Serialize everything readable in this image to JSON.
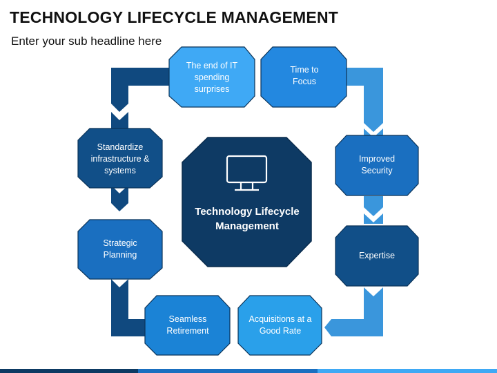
{
  "header": {
    "title": "TECHNOLOGY LIFECYCLE MANAGEMENT",
    "subtitle": "Enter your sub headline here"
  },
  "center": {
    "icon": "monitor-icon",
    "label": "Technology Lifecycle Management"
  },
  "nodes": [
    {
      "id": "end-of-it-spending",
      "label": "The end of IT spending surprises",
      "color": "#3fa9f5"
    },
    {
      "id": "time-to-focus",
      "label": "Time to Focus",
      "color": "#2388e0"
    },
    {
      "id": "improved-security",
      "label": "Improved Security",
      "color": "#1a6fc0"
    },
    {
      "id": "expertise",
      "label": "Expertise",
      "color": "#114f88"
    },
    {
      "id": "acquisitions",
      "label": "Acquisitions at a Good Rate",
      "color": "#2aa0ea"
    },
    {
      "id": "seamless-retirement",
      "label": "Seamless Retirement",
      "color": "#1b83d6"
    },
    {
      "id": "strategic-planning",
      "label": "Strategic Planning",
      "color": "#1a6fc0"
    },
    {
      "id": "standardize",
      "label": "Standardize infrastructure & systems",
      "color": "#114f88"
    }
  ],
  "colors": {
    "dark_navy": "#0d3a63",
    "center_fill": "#0e3a64",
    "arrow_dark": "#10497f",
    "arrow_light": "#3a96dc",
    "bottom_bar": [
      "#0d3a63",
      "#1a6fc0",
      "#3fa9f5"
    ]
  }
}
